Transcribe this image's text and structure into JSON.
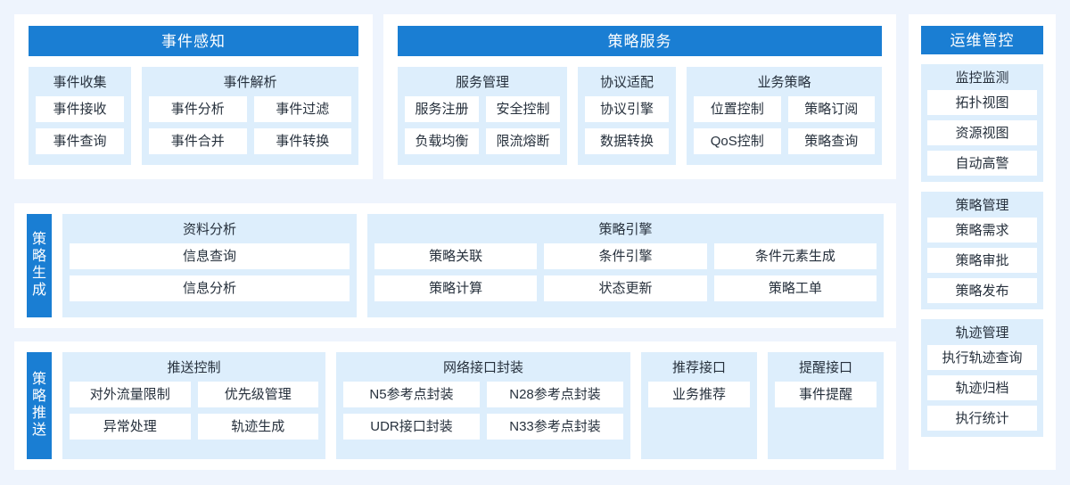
{
  "colors": {
    "page_background": "#eef4fd",
    "panel_background": "#ffffff",
    "accent_blue": "#1a7ed3",
    "group_background": "#ddeefc",
    "cell_background": "#ffffff",
    "text": "#26303c"
  },
  "row1": {
    "event_sensing": {
      "title": "事件感知",
      "groups": [
        {
          "title": "事件收集",
          "rows": [
            [
              "事件接收"
            ],
            [
              "事件查询"
            ]
          ]
        },
        {
          "title": "事件解析",
          "rows": [
            [
              "事件分析",
              "事件过滤"
            ],
            [
              "事件合并",
              "事件转换"
            ]
          ]
        }
      ]
    },
    "policy_service": {
      "title": "策略服务",
      "groups": [
        {
          "title": "服务管理",
          "rows": [
            [
              "服务注册",
              "安全控制"
            ],
            [
              "负载均衡",
              "限流熔断"
            ]
          ]
        },
        {
          "title": "协议适配",
          "rows": [
            [
              "协议引擎"
            ],
            [
              "数据转换"
            ]
          ]
        },
        {
          "title": "业务策略",
          "rows": [
            [
              "位置控制",
              "策略订阅"
            ],
            [
              "QoS控制",
              "策略查询"
            ]
          ]
        }
      ]
    }
  },
  "sidebar": {
    "title": "运维管控",
    "groups": [
      {
        "title": "监控监测",
        "rows": [
          [
            "拓扑视图"
          ],
          [
            "资源视图"
          ],
          [
            "自动高警"
          ]
        ]
      },
      {
        "title": "策略管理",
        "rows": [
          [
            "策略需求"
          ],
          [
            "策略审批"
          ],
          [
            "策略发布"
          ]
        ]
      },
      {
        "title": "轨迹管理",
        "rows": [
          [
            "执行轨迹查询"
          ],
          [
            "轨迹归档"
          ],
          [
            "执行统计"
          ]
        ]
      }
    ]
  },
  "row2": {
    "policy_generation": {
      "side_label": "策略生成",
      "side_label_chars": [
        "策",
        "略",
        "生",
        "成"
      ],
      "groups": [
        {
          "title": "资料分析",
          "rows": [
            [
              "信息查询"
            ],
            [
              "信息分析"
            ]
          ]
        },
        {
          "title": "策略引擎",
          "rows": [
            [
              "策略关联",
              "条件引擎",
              "条件元素生成"
            ],
            [
              "策略计算",
              "状态更新",
              "策略工单"
            ]
          ]
        }
      ]
    }
  },
  "row3": {
    "policy_push": {
      "side_label": "策略推送",
      "side_label_chars": [
        "策",
        "略",
        "推",
        "送"
      ],
      "groups": [
        {
          "title": "推送控制",
          "rows": [
            [
              "对外流量限制",
              "优先级管理"
            ],
            [
              "异常处理",
              "轨迹生成"
            ]
          ]
        },
        {
          "title": "网络接口封装",
          "rows": [
            [
              "N5参考点封装",
              "N28参考点封装"
            ],
            [
              "UDR接口封装",
              "N33参考点封装"
            ]
          ]
        },
        {
          "title": "推荐接口",
          "rows": [
            [
              "业务推荐"
            ]
          ]
        },
        {
          "title": "提醒接口",
          "rows": [
            [
              "事件提醒"
            ]
          ]
        }
      ]
    }
  }
}
